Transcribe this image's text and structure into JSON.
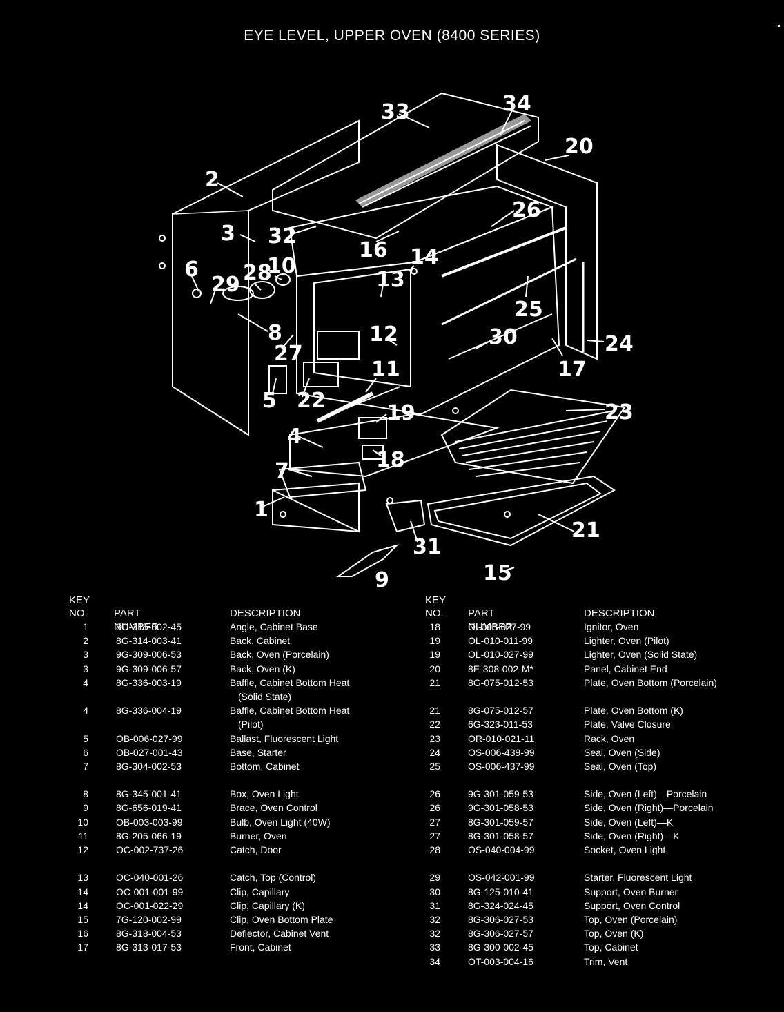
{
  "title": "EYE LEVEL, UPPER OVEN (8400 SERIES)",
  "headers": {
    "key_line1": "KEY",
    "key_line2": "NO.",
    "part_number": "PART NUMBER",
    "description": "DESCRIPTION"
  },
  "callouts": [
    {
      "n": "33"
    },
    {
      "n": "34"
    },
    {
      "n": "20"
    },
    {
      "n": "2"
    },
    {
      "n": "26"
    },
    {
      "n": "3"
    },
    {
      "n": "32"
    },
    {
      "n": "16"
    },
    {
      "n": "14"
    },
    {
      "n": "6"
    },
    {
      "n": "28"
    },
    {
      "n": "10"
    },
    {
      "n": "13"
    },
    {
      "n": "29"
    },
    {
      "n": "25"
    },
    {
      "n": "8"
    },
    {
      "n": "12"
    },
    {
      "n": "30"
    },
    {
      "n": "24"
    },
    {
      "n": "27"
    },
    {
      "n": "17"
    },
    {
      "n": "11"
    },
    {
      "n": "5"
    },
    {
      "n": "22"
    },
    {
      "n": "23"
    },
    {
      "n": "19"
    },
    {
      "n": "4"
    },
    {
      "n": "18"
    },
    {
      "n": "7"
    },
    {
      "n": "1"
    },
    {
      "n": "31"
    },
    {
      "n": "21"
    },
    {
      "n": "15"
    },
    {
      "n": "9"
    }
  ],
  "parts_left": [
    {
      "key": "1",
      "part": "8G-315-002-45",
      "desc": "Angle, Cabinet Base"
    },
    {
      "key": "2",
      "part": "8G-314-003-41",
      "desc": "Back, Cabinet"
    },
    {
      "key": "3",
      "part": "9G-309-006-53",
      "desc": "Back, Oven (Porcelain)"
    },
    {
      "key": "3",
      "part": "9G-309-006-57",
      "desc": "Back, Oven (K)"
    },
    {
      "key": "4",
      "part": "8G-336-003-19",
      "desc": "Baffle, Cabinet Bottom Heat",
      "desc2": "(Solid State)"
    },
    {
      "key": "",
      "part": "",
      "desc": ""
    },
    {
      "key": "4",
      "part": "8G-336-004-19",
      "desc": "Baffle, Cabinet Bottom Heat",
      "desc2": "(Pilot)"
    },
    {
      "key": "",
      "part": "",
      "desc": ""
    },
    {
      "key": "5",
      "part": "OB-006-027-99",
      "desc": "Ballast, Fluorescent Light"
    },
    {
      "key": "6",
      "part": "OB-027-001-43",
      "desc": "Base, Starter"
    },
    {
      "key": "7",
      "part": "8G-304-002-53",
      "desc": "Bottom, Cabinet"
    },
    {
      "key": "",
      "part": "",
      "desc": ""
    },
    {
      "key": "8",
      "part": "8G-345-001-41",
      "desc": "Box, Oven Light"
    },
    {
      "key": "9",
      "part": "8G-656-019-41",
      "desc": "Brace, Oven Control"
    },
    {
      "key": "10",
      "part": "OB-003-003-99",
      "desc": "Bulb, Oven Light (40W)"
    },
    {
      "key": "11",
      "part": "8G-205-066-19",
      "desc": "Burner, Oven"
    },
    {
      "key": "12",
      "part": "OC-002-737-26",
      "desc": "Catch, Door"
    },
    {
      "key": "",
      "part": "",
      "desc": ""
    },
    {
      "key": "13",
      "part": "OC-040-001-26",
      "desc": "Catch, Top (Control)"
    },
    {
      "key": "14",
      "part": "OC-001-001-99",
      "desc": "Clip, Capillary"
    },
    {
      "key": "14",
      "part": "OC-001-022-29",
      "desc": "Clip, Capillary (K)"
    },
    {
      "key": "15",
      "part": "7G-120-002-99",
      "desc": "Clip, Oven Bottom Plate"
    },
    {
      "key": "16",
      "part": "8G-318-004-53",
      "desc": "Deflector, Cabinet Vent"
    },
    {
      "key": "17",
      "part": "8G-313-017-53",
      "desc": "Front, Cabinet"
    }
  ],
  "parts_right": [
    {
      "key": "18",
      "part": "OI-005-027-99",
      "desc": "Ignitor, Oven"
    },
    {
      "key": "19",
      "part": "OL-010-011-99",
      "desc": "Lighter, Oven (Pilot)"
    },
    {
      "key": "19",
      "part": "OL-010-027-99",
      "desc": "Lighter, Oven (Solid State)"
    },
    {
      "key": "20",
      "part": "8E-308-002-M*",
      "desc": "Panel, Cabinet End"
    },
    {
      "key": "21",
      "part": "8G-075-012-53",
      "desc": "Plate, Oven Bottom (Porcelain)"
    },
    {
      "key": "",
      "part": "",
      "desc": ""
    },
    {
      "key": "21",
      "part": "8G-075-012-57",
      "desc": "Plate, Oven Bottom (K)"
    },
    {
      "key": "22",
      "part": "6G-323-011-53",
      "desc": "Plate, Valve Closure"
    },
    {
      "key": "23",
      "part": "OR-010-021-11",
      "desc": "Rack, Oven"
    },
    {
      "key": "24",
      "part": "OS-006-439-99",
      "desc": "Seal, Oven (Side)"
    },
    {
      "key": "25",
      "part": "OS-006-437-99",
      "desc": "Seal, Oven (Top)"
    },
    {
      "key": "",
      "part": "",
      "desc": ""
    },
    {
      "key": "26",
      "part": "9G-301-059-53",
      "desc": "Side, Oven (Left)—Porcelain"
    },
    {
      "key": "26",
      "part": "9G-301-058-53",
      "desc": "Side, Oven (Right)—Porcelain"
    },
    {
      "key": "27",
      "part": "8G-301-059-57",
      "desc": "Side, Oven (Left)—K"
    },
    {
      "key": "27",
      "part": "8G-301-058-57",
      "desc": "Side, Oven (Right)—K"
    },
    {
      "key": "28",
      "part": "OS-040-004-99",
      "desc": "Socket, Oven Light"
    },
    {
      "key": "",
      "part": "",
      "desc": ""
    },
    {
      "key": "29",
      "part": "OS-042-001-99",
      "desc": "Starter, Fluorescent Light"
    },
    {
      "key": "30",
      "part": "8G-125-010-41",
      "desc": "Support, Oven Burner"
    },
    {
      "key": "31",
      "part": "8G-324-024-45",
      "desc": "Support, Oven Control"
    },
    {
      "key": "32",
      "part": "8G-306-027-53",
      "desc": "Top, Oven (Porcelain)"
    },
    {
      "key": "32",
      "part": "8G-306-027-57",
      "desc": "Top, Oven (K)"
    },
    {
      "key": "33",
      "part": "8G-300-002-45",
      "desc": "Top, Cabinet"
    },
    {
      "key": "34",
      "part": "OT-003-004-16",
      "desc": "Trim, Vent"
    }
  ]
}
